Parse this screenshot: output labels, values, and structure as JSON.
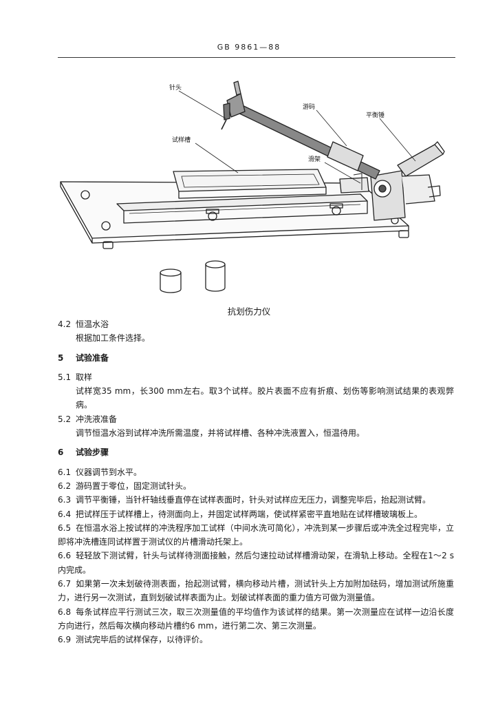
{
  "header": {
    "title": "GB 9861—88"
  },
  "figure": {
    "labels": {
      "needle": "针头",
      "weight": "游码",
      "balance": "平衡锤",
      "tray": "试样槽",
      "slider": "滑架"
    },
    "caption": "抗划伤力仪"
  },
  "sections": [
    {
      "id": "s42",
      "num": "4.2",
      "title": "恒温水浴",
      "body": "根据加工条件选择。"
    },
    {
      "id": "s5",
      "num": "5",
      "title": "试验准备"
    },
    {
      "id": "s51",
      "num": "5.1",
      "title": "取样",
      "body": "试样宽35 mm，长300 mm左右。取3个试样。胶片表面不应有折痕、划伤等影响测试结果的表观弊病。"
    },
    {
      "id": "s52",
      "num": "5.2",
      "title": "冲洗液准备",
      "body": "调节恒温水浴到试样冲洗所需温度，并将试样槽、各种冲洗液置入，恒温待用。"
    },
    {
      "id": "s6",
      "num": "6",
      "title": "试验步骤"
    }
  ],
  "steps": [
    {
      "num": "6.1",
      "text": "仪器调节到水平。"
    },
    {
      "num": "6.2",
      "text": "游码置于零位，固定测试针头。"
    },
    {
      "num": "6.3",
      "text": "调节平衡锤，当针杆轴线垂直停在试样表面时，针头对试样应无压力，调整完毕后，抬起测试臂。"
    },
    {
      "num": "6.4",
      "text": "把试样压于试样槽上，待测面向上，并固定试样两端，使试样紧密平直地贴在试样槽玻璃板上。"
    },
    {
      "num": "6.5",
      "text": "在恒温水浴上按试样的冲洗程序加工试样（中间水洗可简化），冲洗到某一步骤后或冲洗全过程完毕，立即将冲洗槽连同试样置于测试仪的片槽滑动托架上。"
    },
    {
      "num": "6.6",
      "text": "轻轻放下测试臂，针头与试样待测面接触，然后匀速拉动试样槽滑动架，在滑轨上移动。全程在1～2 s内完成。"
    },
    {
      "num": "6.7",
      "text": "如果第一次未划破待测表面，抬起测试臂，横向移动片槽，测试针头上方加附加砝码，增加测试所施重力，进行另一次测试，直到划破试样表面为止。划破试样表面的重力值方可做为测量值。"
    },
    {
      "num": "6.8",
      "text": "每条试样应平行测试三次，取三次测量值的平均值作为该试样的结果。第一次测量应在试样一边沿长度方向进行，然后每次横向移动片槽约6 mm，进行第二次、第三次测量。"
    },
    {
      "num": "6.9",
      "text": "测试完毕后的试样保存，以待评价。"
    }
  ]
}
